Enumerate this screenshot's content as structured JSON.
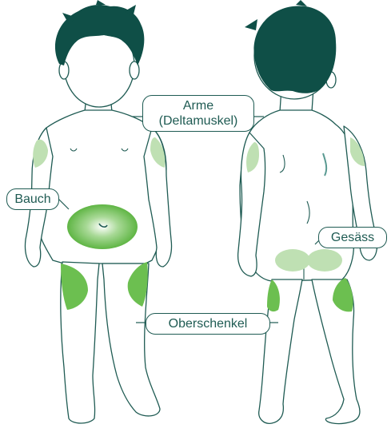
{
  "labels": {
    "arme_line1": "Arme",
    "arme_line2": "(Deltamuskel)",
    "bauch": "Bauch",
    "gesaess": "Gesäss",
    "oberschenkel": "Oberschenkel"
  },
  "colors": {
    "outline": "#1f5b53",
    "hair": "#0f4f47",
    "zone_dark": "#6cbf50",
    "zone_light": "#bfe0b3",
    "label_border": "#1f5b53",
    "label_text": "#1f5b53"
  }
}
